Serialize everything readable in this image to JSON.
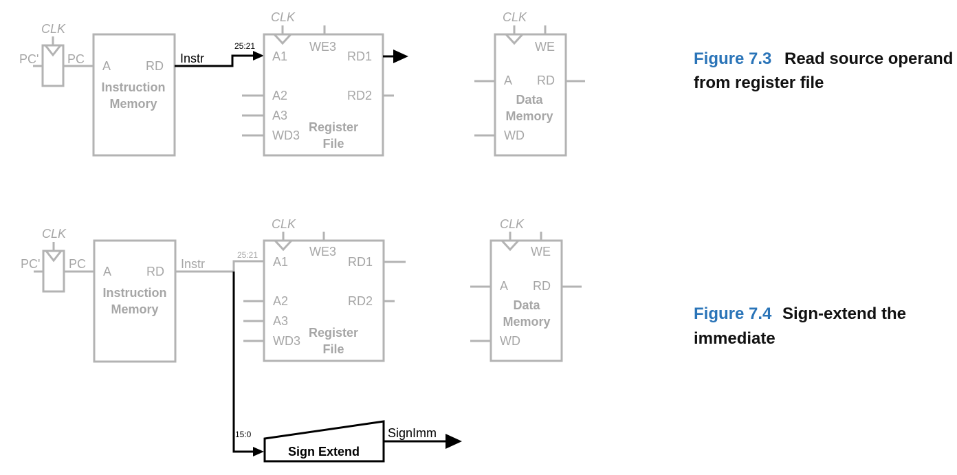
{
  "fig73": {
    "caption_label": "Figure 7.3",
    "caption_line1": "Read source operand",
    "caption_line2": "from register file",
    "pc_clk": "CLK",
    "pc_in": "PC'",
    "pc_out": "PC",
    "imem_a": "A",
    "imem_rd": "RD",
    "imem_name1": "Instruction",
    "imem_name2": "Memory",
    "instr": "Instr",
    "bits_a1": "25:21",
    "rf_clk": "CLK",
    "rf_we3": "WE3",
    "rf_a1": "A1",
    "rf_a2": "A2",
    "rf_a3": "A3",
    "rf_wd3": "WD3",
    "rf_rd1": "RD1",
    "rf_rd2": "RD2",
    "rf_name1": "Register",
    "rf_name2": "File",
    "dm_clk": "CLK",
    "dm_we": "WE",
    "dm_a": "A",
    "dm_rd": "RD",
    "dm_wd": "WD",
    "dm_name1": "Data",
    "dm_name2": "Memory"
  },
  "fig74": {
    "caption_label": "Figure 7.4",
    "caption_line1": "Sign-extend the",
    "caption_line2": "immediate",
    "pc_clk": "CLK",
    "pc_in": "PC'",
    "pc_out": "PC",
    "imem_a": "A",
    "imem_rd": "RD",
    "imem_name1": "Instruction",
    "imem_name2": "Memory",
    "instr": "Instr",
    "bits_a1": "25:21",
    "bits_imm": "15:0",
    "rf_clk": "CLK",
    "rf_we3": "WE3",
    "rf_a1": "A1",
    "rf_a2": "A2",
    "rf_a3": "A3",
    "rf_wd3": "WD3",
    "rf_rd1": "RD1",
    "rf_rd2": "RD2",
    "rf_name1": "Register",
    "rf_name2": "File",
    "dm_clk": "CLK",
    "dm_we": "WE",
    "dm_a": "A",
    "dm_rd": "RD",
    "dm_wd": "WD",
    "dm_name1": "Data",
    "dm_name2": "Memory",
    "signext_name": "Sign Extend",
    "signimm": "SignImm"
  },
  "colors": {
    "inactive": "#b3b3b3",
    "active": "#000000",
    "caption_label": "#2a74b8"
  }
}
